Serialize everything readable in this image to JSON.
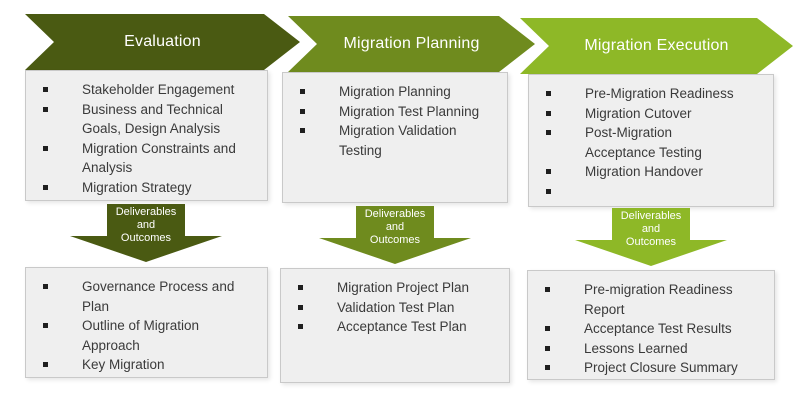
{
  "connector_label": "Deliverables\nand\nOutcomes",
  "columns": [
    {
      "header": "Evaluation",
      "color": "#4a5a12",
      "activities": [
        "Stakeholder Engagement",
        "Business and Technical\nGoals, Design Analysis",
        "Migration Constraints and\nAnalysis",
        "Migration Strategy"
      ],
      "deliverables": [
        "Governance Process and\nPlan",
        "Outline of Migration\nApproach",
        "Key Migration"
      ]
    },
    {
      "header": "Migration Planning",
      "color": "#6f8b1e",
      "activities": [
        "Migration Planning",
        "Migration Test Planning",
        "Migration Validation\nTesting"
      ],
      "deliverables": [
        "Migration Project Plan",
        "Validation Test Plan",
        "Acceptance Test Plan"
      ]
    },
    {
      "header": "Migration Execution",
      "color": "#8eb827",
      "activities": [
        "Pre-Migration Readiness",
        "Migration Cutover",
        "Post-Migration\nAcceptance Testing",
        "Migration Handover",
        ""
      ],
      "deliverables": [
        "Pre-migration Readiness\nReport",
        "Acceptance Test Results",
        "Lessons Learned",
        "Project Closure Summary"
      ]
    }
  ]
}
